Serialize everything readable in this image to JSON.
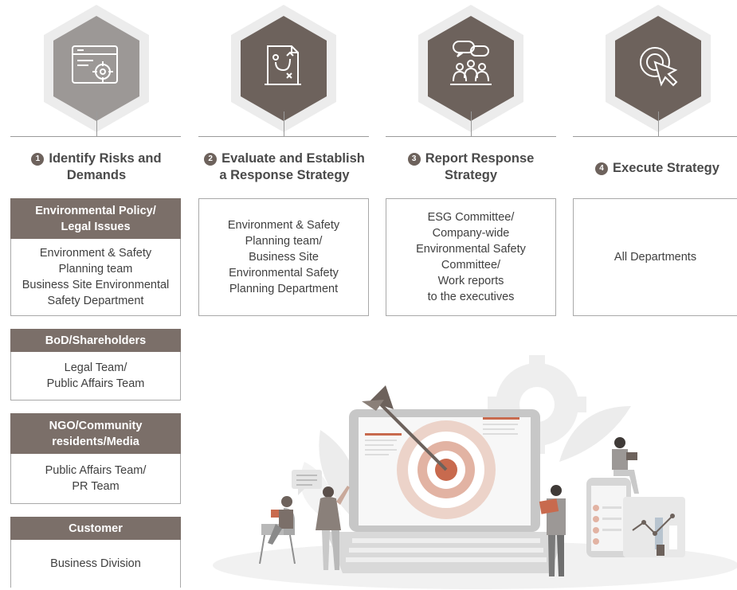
{
  "colors": {
    "hex_dark": "#6d625c",
    "hex_grey": "#9c9896",
    "hex_ring": "#ebebeb",
    "header_fill": "#7b6f69",
    "target_accent": "#c86a4e"
  },
  "stages": [
    {
      "number": "1",
      "title_line1": "Identify Risks and",
      "title_line2": "Demands",
      "icon": "browser-target-icon"
    },
    {
      "number": "2",
      "title_line1": "Evaluate and Establish",
      "title_line2": "a Response Strategy",
      "icon": "strategy-board-icon",
      "box_text": "Environment & Safety\nPlanning team/\nBusiness Site\nEnvironmental Safety\nPlanning Department"
    },
    {
      "number": "3",
      "title_line1": "Report Response",
      "title_line2": "Strategy",
      "icon": "meeting-group-icon",
      "box_text": "ESG Committee/\nCompany-wide\nEnvironmental Safety\nCommittee/\nWork reports\nto the executives"
    },
    {
      "number": "4",
      "title_line1": "Execute Strategy",
      "title_line2": "",
      "icon": "click-cursor-icon",
      "box_text": "All Departments"
    }
  ],
  "stakeholders": [
    {
      "header": "Environmental Policy/\nLegal Issues",
      "body": "Environment & Safety\nPlanning team\nBusiness Site Environmental\nSafety Department"
    },
    {
      "header": "BoD/Shareholders",
      "body": "Legal Team/\nPublic Affairs Team"
    },
    {
      "header": "NGO/Community\nresidents/Media",
      "body": "Public Affairs Team/\nPR Team"
    },
    {
      "header": "Customer",
      "body": "Business Division"
    }
  ]
}
